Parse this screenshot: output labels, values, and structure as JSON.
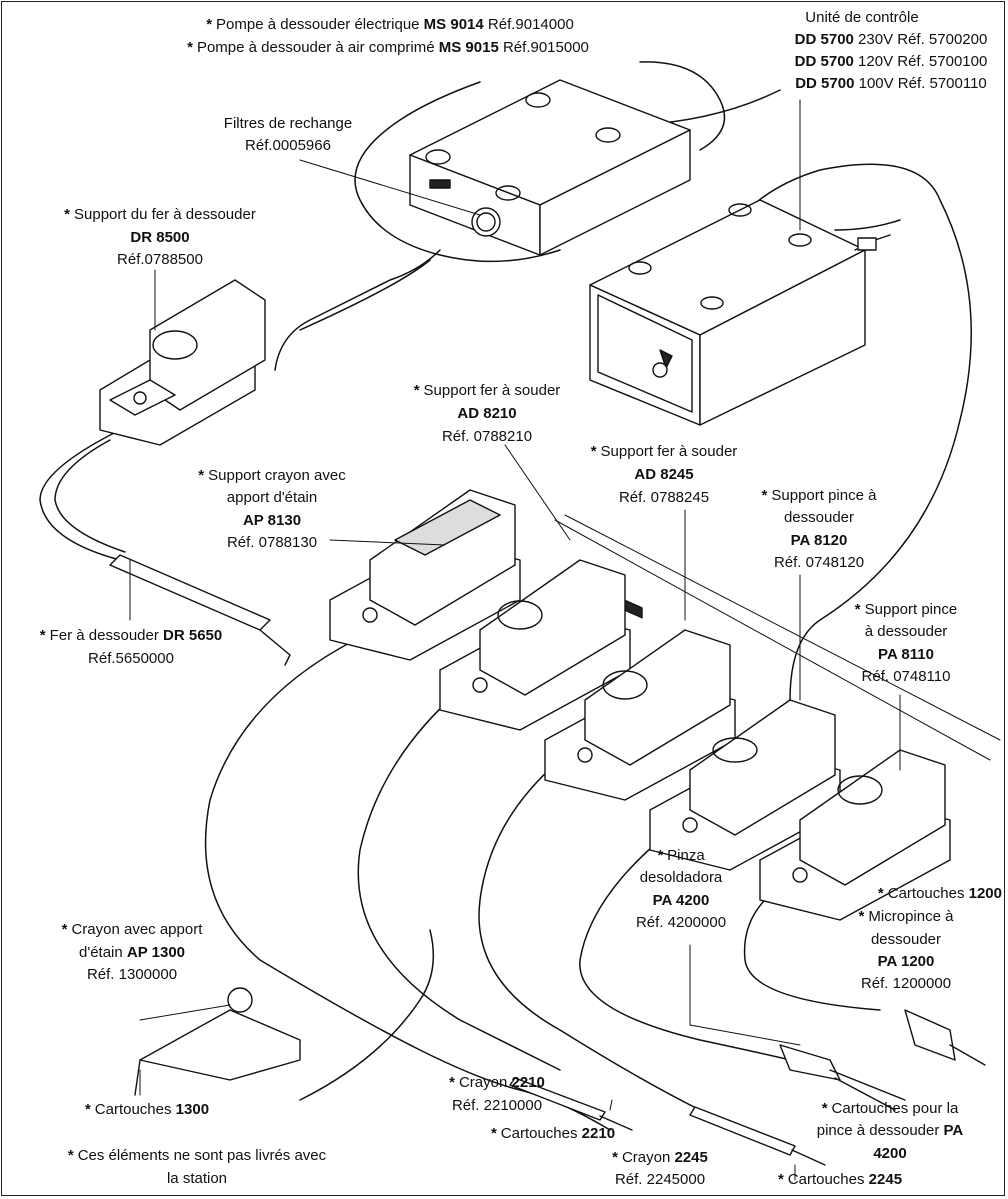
{
  "labels": {
    "pump": {
      "line1": {
        "prefix": "*",
        "text": "Pompe à dessouder électrique",
        "model": "MS 9014",
        "ref": "Réf.9014000"
      },
      "line2": {
        "prefix": "*",
        "text": "Pompe à dessouder à air comprimé",
        "model": "MS 9015",
        "ref": "Réf.9015000"
      }
    },
    "control_unit": {
      "title": "Unité de contrôle",
      "rows": [
        {
          "model": "DD 5700",
          "spec": "230V Réf. 5700200"
        },
        {
          "model": "DD 5700",
          "spec": "120V Réf. 5700100"
        },
        {
          "model": "DD 5700",
          "spec": "100V Réf. 5700110"
        }
      ]
    },
    "filters": {
      "title": "Filtres de rechange",
      "ref": "Réf.0005966"
    },
    "dr8500": {
      "prefix": "*",
      "title": "Support du fer à dessouder",
      "model": "DR 8500",
      "ref": "Réf.0788500"
    },
    "ad8210": {
      "prefix": "*",
      "title": "Support fer à souder",
      "model": "AD 8210",
      "ref": "Réf. 0788210"
    },
    "ad8245": {
      "prefix": "*",
      "title": "Support fer à souder",
      "model": "AD 8245",
      "ref": "Réf. 0788245"
    },
    "ap8130": {
      "prefix": "*",
      "line1": "Support crayon avec",
      "line2": "apport d'étain",
      "model": "AP 8130",
      "ref": "Réf. 0788130"
    },
    "pa8120": {
      "prefix": "*",
      "line1": "Support pince à",
      "line2": "dessouder",
      "model": "PA 8120",
      "ref": "Réf. 0748120"
    },
    "pa8110": {
      "prefix": "*",
      "line1": "Support pince",
      "line2": "à dessouder",
      "model": "PA 8110",
      "ref": "Réf. 0748110"
    },
    "dr5650": {
      "prefix": "*",
      "title": "Fer à dessouder",
      "model": "DR 5650",
      "ref": "Réf.5650000"
    },
    "pa4200": {
      "prefix": "*",
      "line1": "Pinza",
      "line2": "desoldadora",
      "model": "PA 4200",
      "ref": "Réf. 4200000"
    },
    "cart1200": {
      "prefix": "*",
      "text": "Cartouches",
      "model": "1200"
    },
    "pa1200": {
      "prefix": "*",
      "line1": "Micropince à",
      "line2": "dessouder",
      "model": "PA 1200",
      "ref": "Réf. 1200000"
    },
    "ap1300": {
      "prefix": "*",
      "line1": "Crayon avec apport",
      "line2": "d'étain",
      "model": "AP 1300",
      "ref": "Réf. 1300000"
    },
    "cart1300": {
      "prefix": "*",
      "text": "Cartouches",
      "model": "1300"
    },
    "crayon2210": {
      "prefix": "*",
      "text": "Crayon",
      "model": "2210",
      "ref": "Réf. 2210000"
    },
    "cart2210": {
      "prefix": "*",
      "text": "Cartouches",
      "model": "2210"
    },
    "crayon2245": {
      "prefix": "*",
      "text": "Crayon",
      "model": "2245",
      "ref": "Réf. 2245000"
    },
    "cart2245": {
      "prefix": "*",
      "text": "Cartouches",
      "model": "2245"
    },
    "cart_pa4200": {
      "prefix": "*",
      "line1": "Cartouches pour la",
      "line2": "pince à dessouder",
      "model_a": "PA",
      "model_b": "4200"
    },
    "footnote": {
      "prefix": "*",
      "line1": "Ces éléments ne sont pas livrés avec",
      "line2": "la station"
    }
  }
}
